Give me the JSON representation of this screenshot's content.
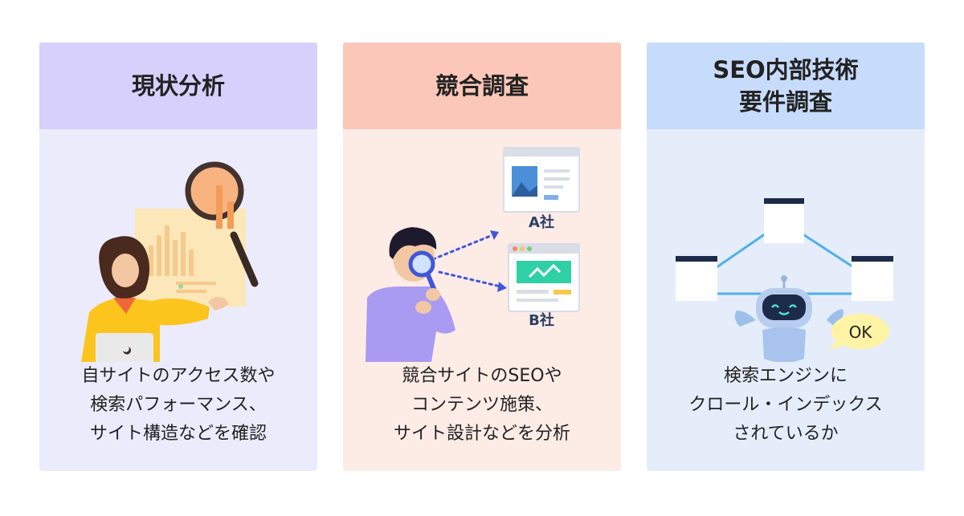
{
  "cards": [
    {
      "title": [
        "現状分析"
      ],
      "description": [
        "自サイトのアクセス数や",
        "検索パフォーマンス、",
        "サイト構造などを確認"
      ],
      "icons": [
        "magnifier-icon",
        "bar-chart-icon",
        "person-laptop-icon"
      ]
    },
    {
      "title": [
        "競合調査"
      ],
      "description": [
        "競合サイトのSEOや",
        "コンテンツ施策、",
        "サイト設計などを分析"
      ],
      "labels": {
        "site_a": "A社",
        "site_b": "B社"
      },
      "icons": [
        "person-magnifier-icon",
        "webpage-icon"
      ]
    },
    {
      "title": [
        "SEO内部技術",
        "要件調査"
      ],
      "description": [
        "検索エンジンに",
        "クロール・インデックス",
        "されているか"
      ],
      "labels": {
        "bubble": "OK"
      },
      "icons": [
        "robot-icon",
        "page-network-icon",
        "speech-bubble-icon"
      ]
    }
  ],
  "colors": {
    "card1_header": "#d7d0fc",
    "card1_body": "#ecebfb",
    "card2_header": "#fbc7b8",
    "card2_body": "#fdebe6",
    "card3_header": "#c7dcfb",
    "card3_body": "#e5edfa"
  }
}
